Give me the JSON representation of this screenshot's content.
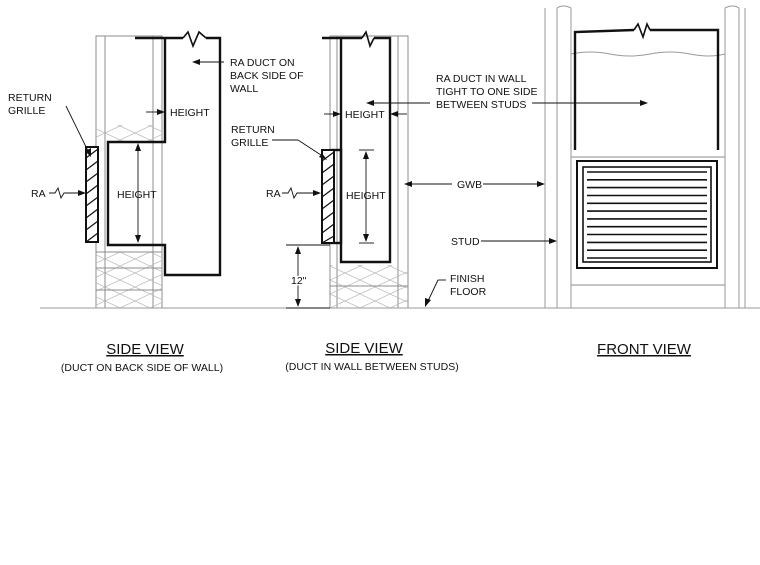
{
  "side_view_1": {
    "duct_label": [
      "RA DUCT ON",
      "BACK SIDE OF",
      "WALL"
    ],
    "grille_label": [
      "RETURN",
      "GRILLE"
    ],
    "height_top": "HEIGHT",
    "height_grille": "HEIGHT",
    "ra": "RA",
    "title": "SIDE VIEW",
    "subtitle": "(DUCT ON BACK SIDE OF WALL)"
  },
  "side_view_2": {
    "grille_label": [
      "RETURN",
      "GRILLE"
    ],
    "height_top": "HEIGHT",
    "height_grille": "HEIGHT",
    "ra": "RA",
    "dim_12": "12\"",
    "finish_floor": [
      "FINISH",
      "FLOOR"
    ],
    "title": "SIDE VIEW",
    "subtitle": "(DUCT IN WALL BETWEEN STUDS)"
  },
  "front_view": {
    "duct_label": [
      "RA DUCT IN WALL",
      "TIGHT TO ONE SIDE",
      "BETWEEN STUDS"
    ],
    "gwb": "GWB",
    "stud": "STUD",
    "title": "FRONT VIEW",
    "grille_slats": 12
  }
}
